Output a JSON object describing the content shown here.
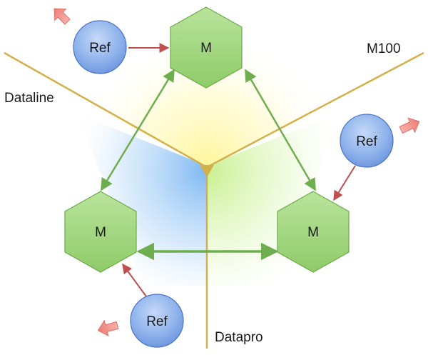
{
  "nodes": {
    "top": {
      "label": "M"
    },
    "left": {
      "label": "M"
    },
    "right": {
      "label": "M"
    }
  },
  "refs": {
    "top": {
      "label": "Ref"
    },
    "right": {
      "label": "Ref"
    },
    "bottom": {
      "label": "Ref"
    }
  },
  "axes": {
    "left": "Dataline",
    "right": "M100",
    "bottom": "Datapro"
  },
  "colors": {
    "hexagon_fill": "#9fd67c",
    "hexagon_stroke": "#6cab4a",
    "ref_fill": "#8fb3ec",
    "ref_stroke": "#4a74c4",
    "axis_line": "#d4b04a",
    "green_arrow": "#6fae4f",
    "red_arrow": "#c0504d",
    "pink_arrow": "#f08a84",
    "yellow_region": "#fff59a",
    "blue_region": "#8ec3f5",
    "green_region": "#d6f5a8"
  }
}
